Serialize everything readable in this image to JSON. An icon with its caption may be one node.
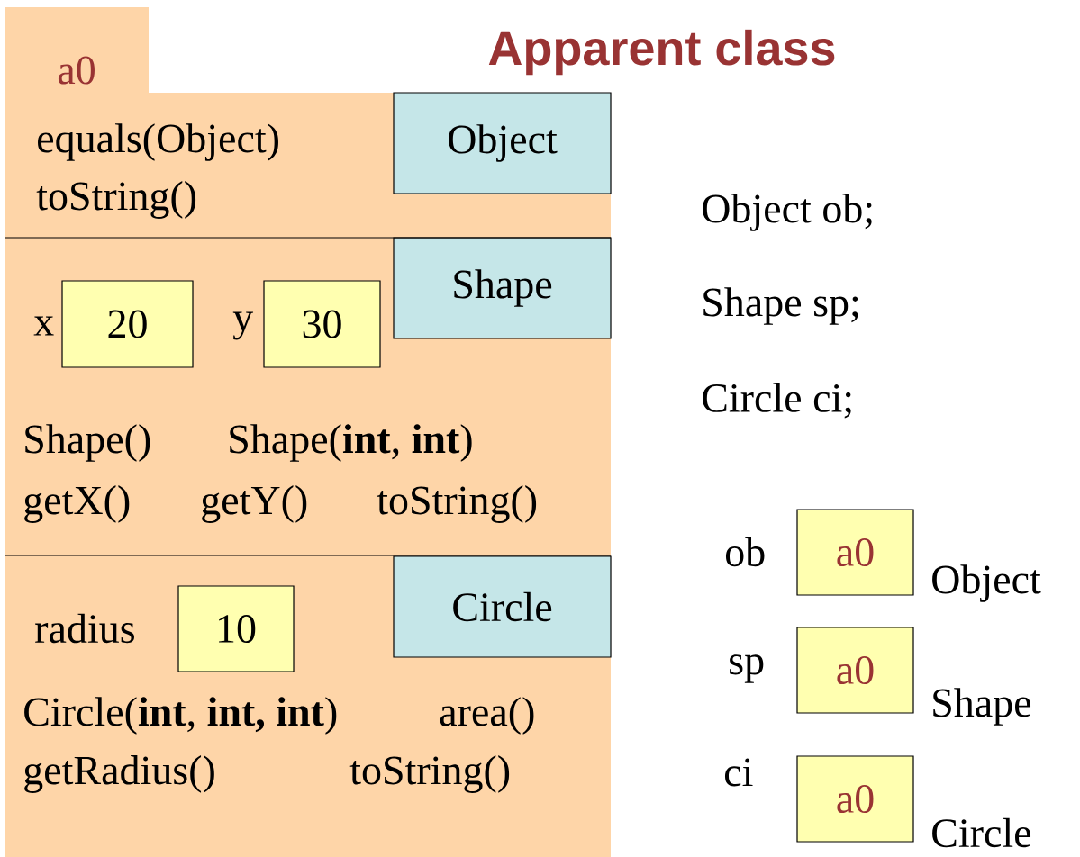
{
  "diagram": {
    "title": "Apparent class",
    "nodes": [
      {
        "text": [
          "a0"
        ]
      },
      {
        "text": [
          "Object"
        ],
        "in": 0
      },
      {
        "text": [
          "Shape"
        ],
        "in": 0
      },
      {
        "text": [
          "20"
        ],
        "in": 0,
        "beside": [
          "x"
        ]
      },
      {
        "text": [
          "30"
        ],
        "in": 0,
        "beside": [
          "y"
        ]
      },
      {
        "text": [
          "Circle"
        ],
        "in": 0
      },
      {
        "text": [
          "10"
        ],
        "in": 0,
        "beside": [
          "radius"
        ]
      },
      {
        "text": [
          "a0"
        ],
        "beside": [
          "ob",
          "Object"
        ]
      },
      {
        "text": [
          "a0"
        ],
        "beside": [
          "sp",
          "Shape"
        ]
      },
      {
        "text": [
          "a0"
        ],
        "beside": [
          "ci",
          "Circle"
        ]
      }
    ],
    "labels": [
      "equals(Object)",
      "toString()",
      "Shape()",
      "Shape(**int**, **int**)",
      "getX()",
      "getY()",
      "toString()",
      "Circle(**int**, **int, int**)",
      "area()",
      "getRadius()",
      "toString()",
      "Object ob;",
      "Shape sp;",
      "Circle ci;"
    ]
  }
}
